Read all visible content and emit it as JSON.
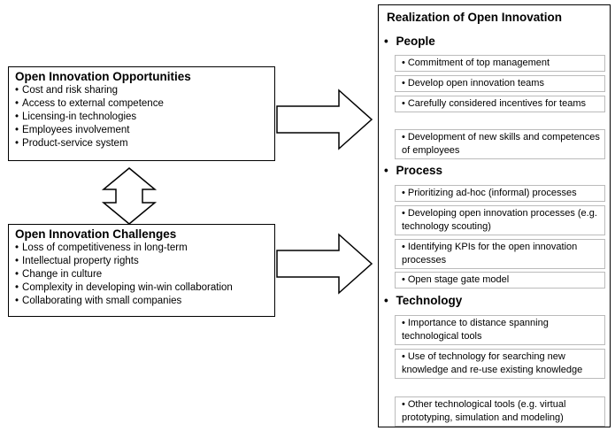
{
  "opportunities": {
    "title": "Open Innovation Opportunities",
    "items": [
      "Cost and risk sharing",
      "Access to external competence",
      "Licensing-in technologies",
      "Employees involvement",
      "Product-service system"
    ]
  },
  "challenges": {
    "title": "Open Innovation Challenges",
    "items": [
      "Loss of competitiveness in long-term",
      "Intellectual property rights",
      "Change in culture",
      "Complexity in developing win-win collaboration",
      "Collaborating with small companies"
    ]
  },
  "realization": {
    "title": "Realization of Open Innovation",
    "people": {
      "label": "People",
      "items": [
        "Commitment of top management",
        "Develop open innovation teams",
        "Carefully considered incentives for teams",
        "Development of new skills and competences of employees"
      ]
    },
    "process": {
      "label": "Process",
      "items": [
        "Prioritizing ad-hoc (informal) processes",
        "Developing open innovation processes (e.g. technology scouting)",
        "Identifying KPIs for the open innovation processes",
        "Open stage gate model"
      ]
    },
    "technology": {
      "label": "Technology",
      "items": [
        "Importance to distance spanning technological tools",
        "Use of technology for searching new knowledge and re-use existing knowledge",
        "Other technological tools (e.g. virtual prototyping, simulation and modeling)"
      ]
    }
  }
}
